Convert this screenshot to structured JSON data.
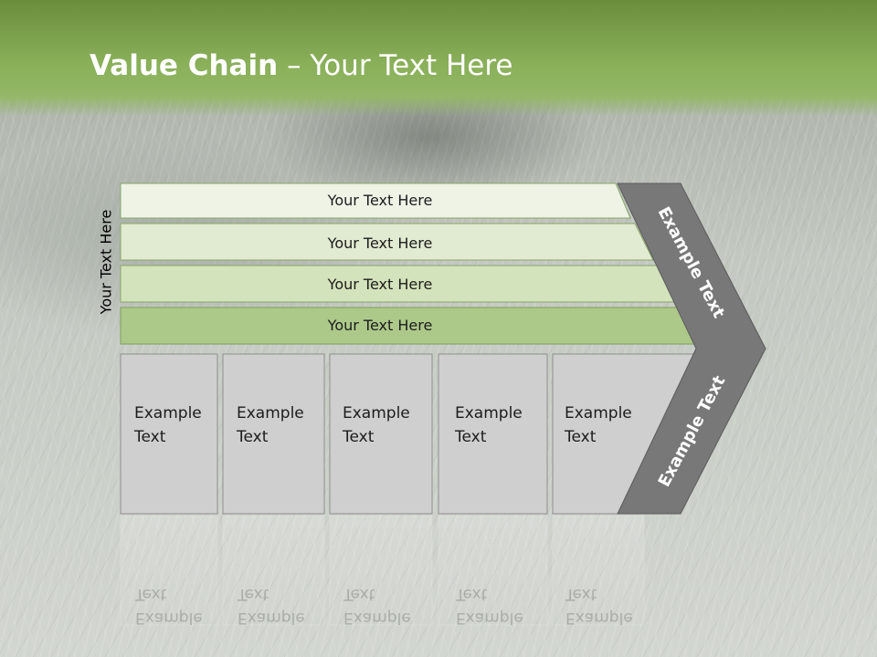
{
  "slide": {
    "title_bold": "Value Chain",
    "title_rest": " – Your Text Here",
    "side_label": "Your Text Here"
  },
  "bands": [
    {
      "label": "Your Text Here",
      "fill": "#eef3e6"
    },
    {
      "label": "Your Text Here",
      "fill": "#e1ebd1"
    },
    {
      "label": "Your Text Here",
      "fill": "#d3e3bb"
    },
    {
      "label": "Your Text Here",
      "fill": "#adc98a"
    }
  ],
  "boxes": [
    {
      "line1": "Example",
      "line2": "Text"
    },
    {
      "line1": "Example",
      "line2": "Text"
    },
    {
      "line1": "Example",
      "line2": "Text"
    },
    {
      "line1": "Example",
      "line2": "Text"
    },
    {
      "line1": "Example",
      "line2": "Text"
    }
  ],
  "chevron": {
    "upper_label": "Example Text",
    "lower_label": "Example Text",
    "fill": "#787878"
  },
  "colors": {
    "header": "#8ab05a",
    "box_fill": "#cfcfcf",
    "band_stroke": "#8aa56a"
  }
}
